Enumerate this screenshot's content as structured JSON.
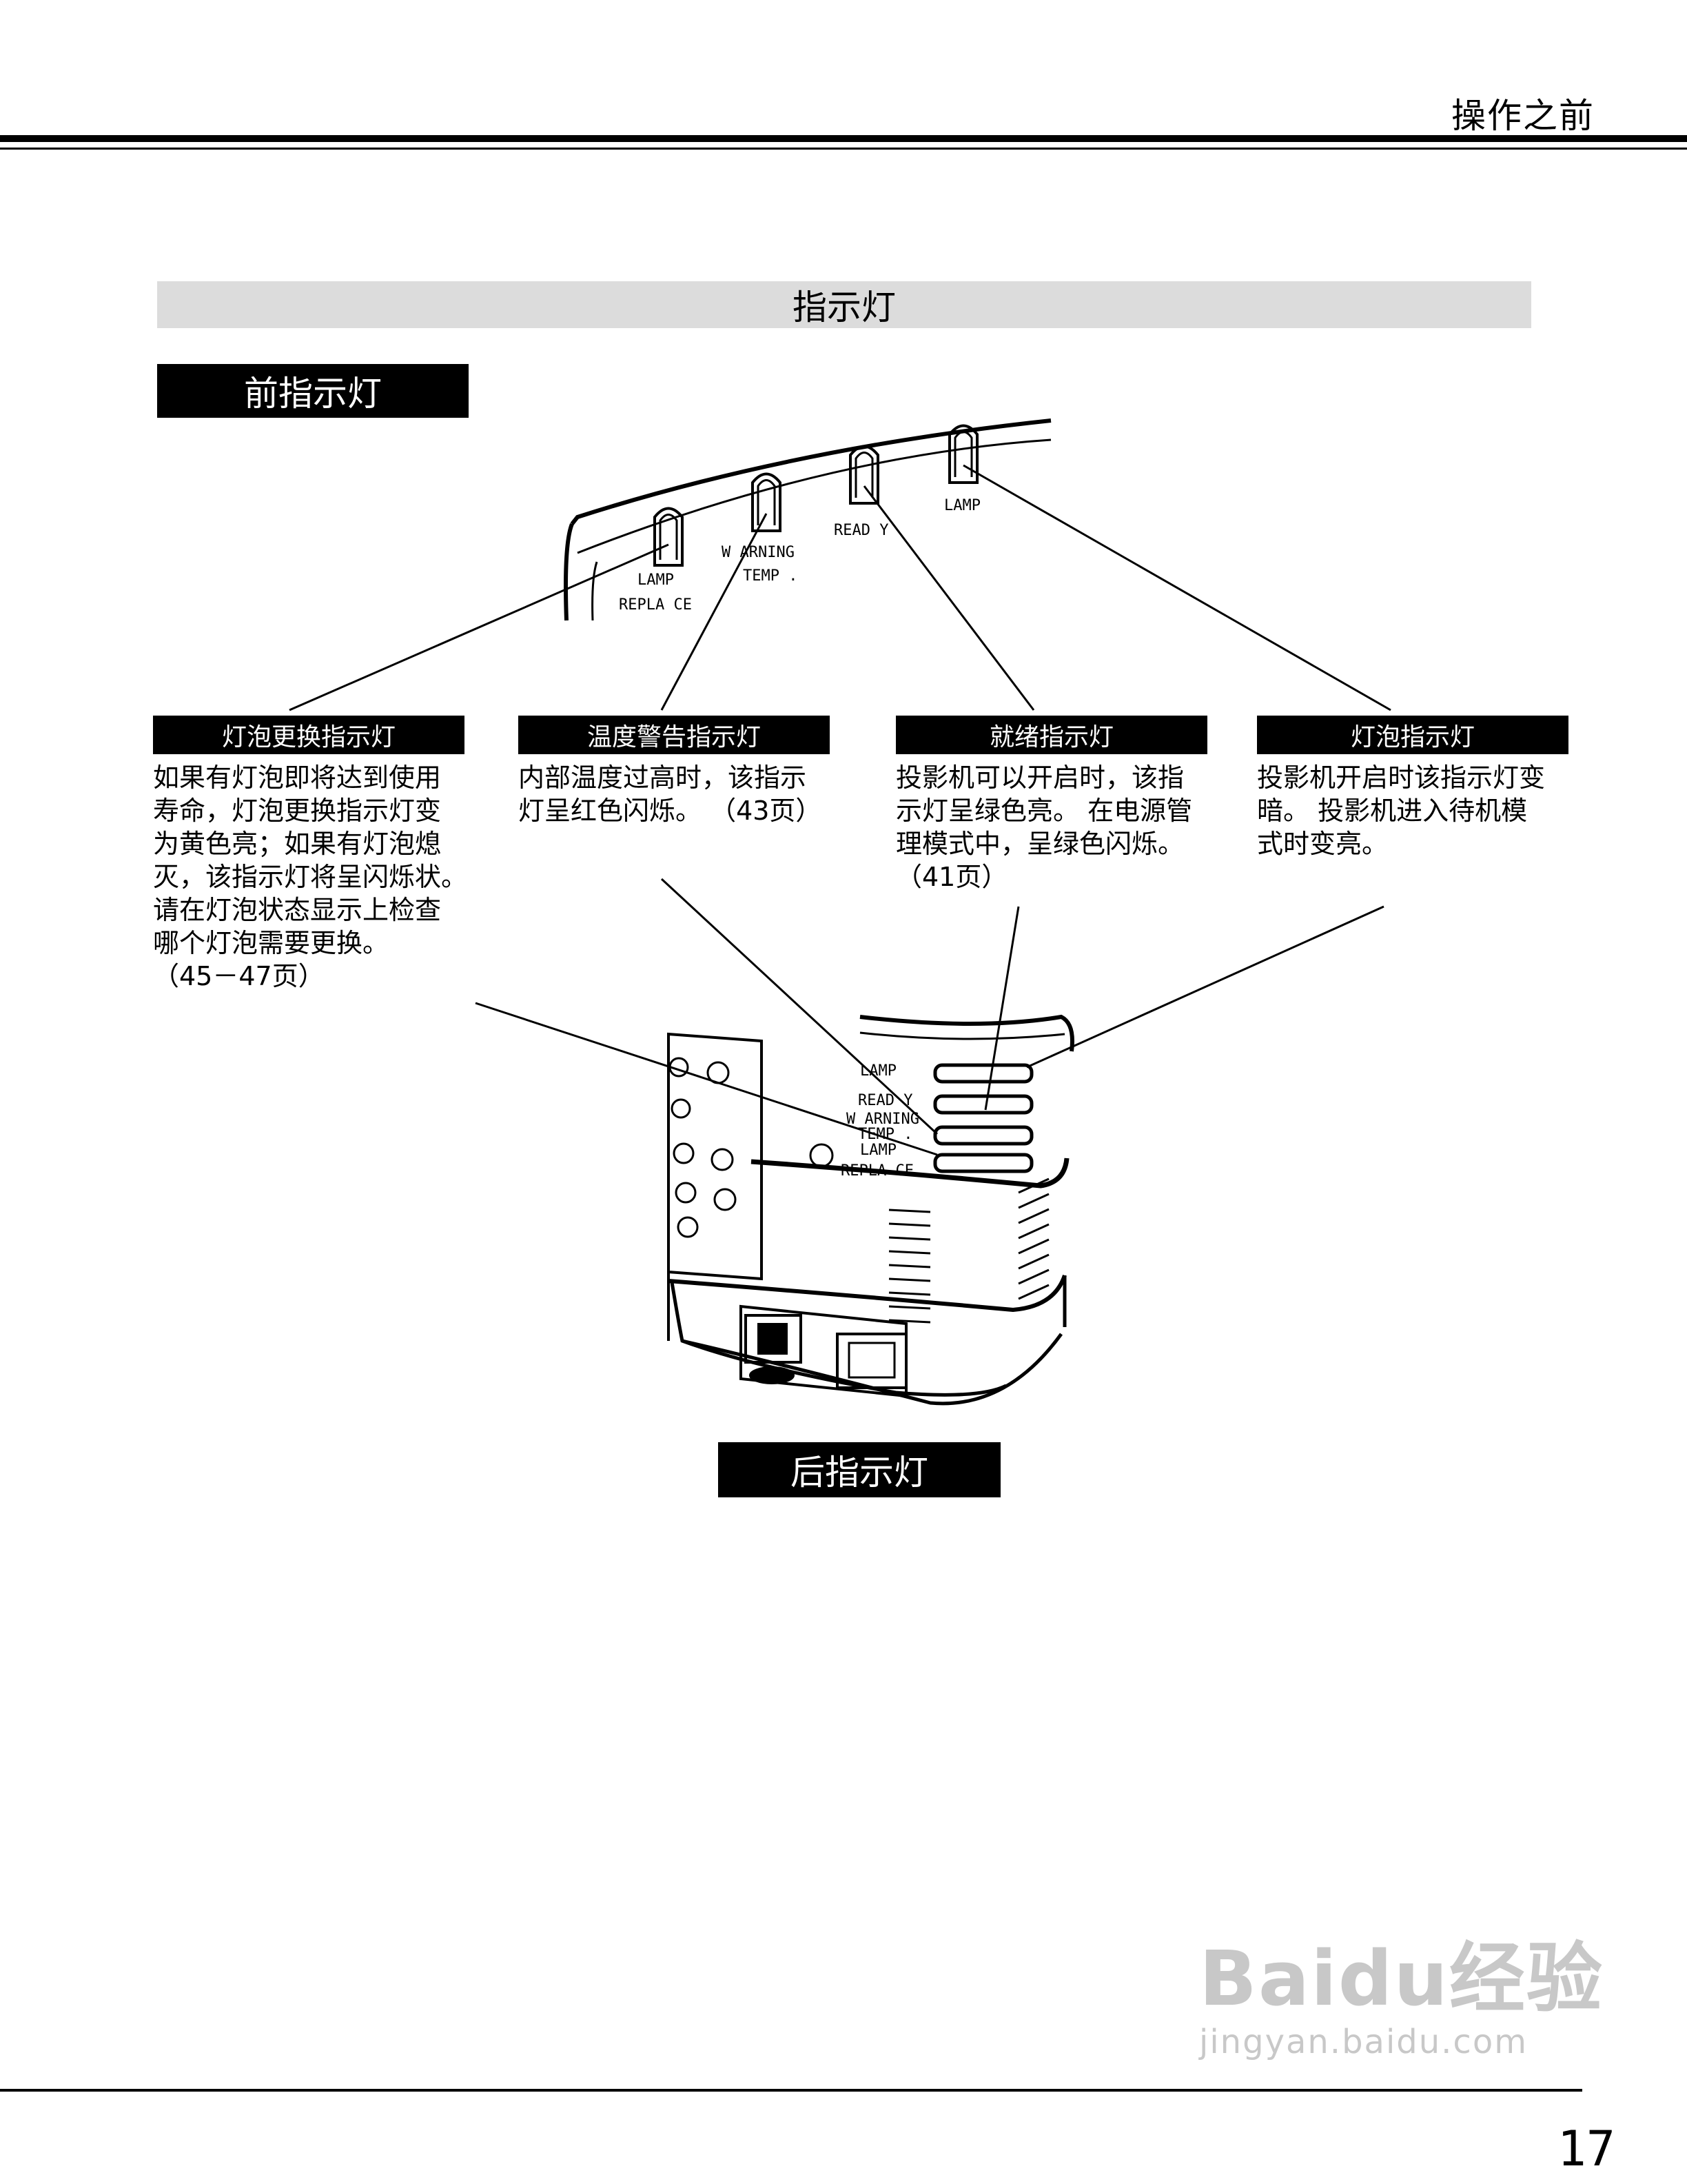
{
  "header": {
    "title": "操作之前"
  },
  "section": {
    "title": "指示灯"
  },
  "front_label": "前指示灯",
  "rear_label": "后指示灯",
  "diagram_labels": {
    "lamp_replace_1": "LAMP",
    "lamp_replace_2": "REPLA  CE",
    "warning_1": "W ARNING",
    "warning_2": "TEMP .",
    "ready": "READ  Y",
    "lamp": "LAMP",
    "rear_lamp": "LAMP",
    "rear_ready": "READ  Y",
    "rear_warning_1": "W ARNING",
    "rear_warning_2": "TEMP .",
    "rear_lamp_replace_1": "LAMP",
    "rear_lamp_replace_2": "REPLA  CE"
  },
  "indicators": [
    {
      "title": "灯泡更换指示灯",
      "text": "如果有灯泡即将达到使用\n寿命，灯泡更换指示灯变\n为黄色亮；如果有灯泡熄\n灭，该指示灯将呈闪烁状。\n请在灯泡状态显示上检查\n哪个灯泡需要更换。\n（45－47页）"
    },
    {
      "title": "温度警告指示灯",
      "text": "内部温度过高时，该指示\n灯呈红色闪烁。 （43页）"
    },
    {
      "title": "就绪指示灯",
      "text": "投影机可以开启时，该指\n示灯呈绿色亮。 在电源管\n理模式中，呈绿色闪烁。\n（41页）"
    },
    {
      "title": "灯泡指示灯",
      "text": "投影机开启时该指示灯变\n暗。 投影机进入待机模\n式时变亮。"
    }
  ],
  "watermark": {
    "logo": "Baidu经验",
    "url": "jingyan.baidu.com"
  },
  "page_number": "17"
}
